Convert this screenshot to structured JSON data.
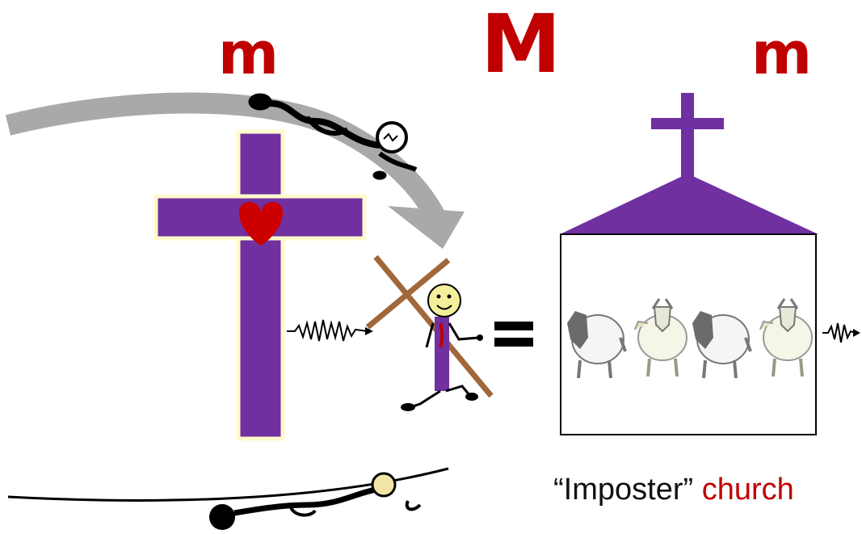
{
  "letters": {
    "left": "m",
    "center": "M",
    "right": "m"
  },
  "caption": {
    "quoted": "“Imposter”",
    "word": "church"
  },
  "colors": {
    "purple": "#7030a0",
    "red": "#c00000",
    "brown": "#a0683a",
    "gray": "#a9a9a9",
    "cream": "#fffacd"
  },
  "icons": {
    "main_cross": "purple-cross-with-heart-icon",
    "church": "church-building-icon",
    "disciple": "stick-figure-carrying-cross-icon",
    "equals": "equals-sign-icon",
    "animals": [
      "sheep-icon",
      "goat-icon",
      "sheep-icon",
      "goat-icon"
    ]
  }
}
